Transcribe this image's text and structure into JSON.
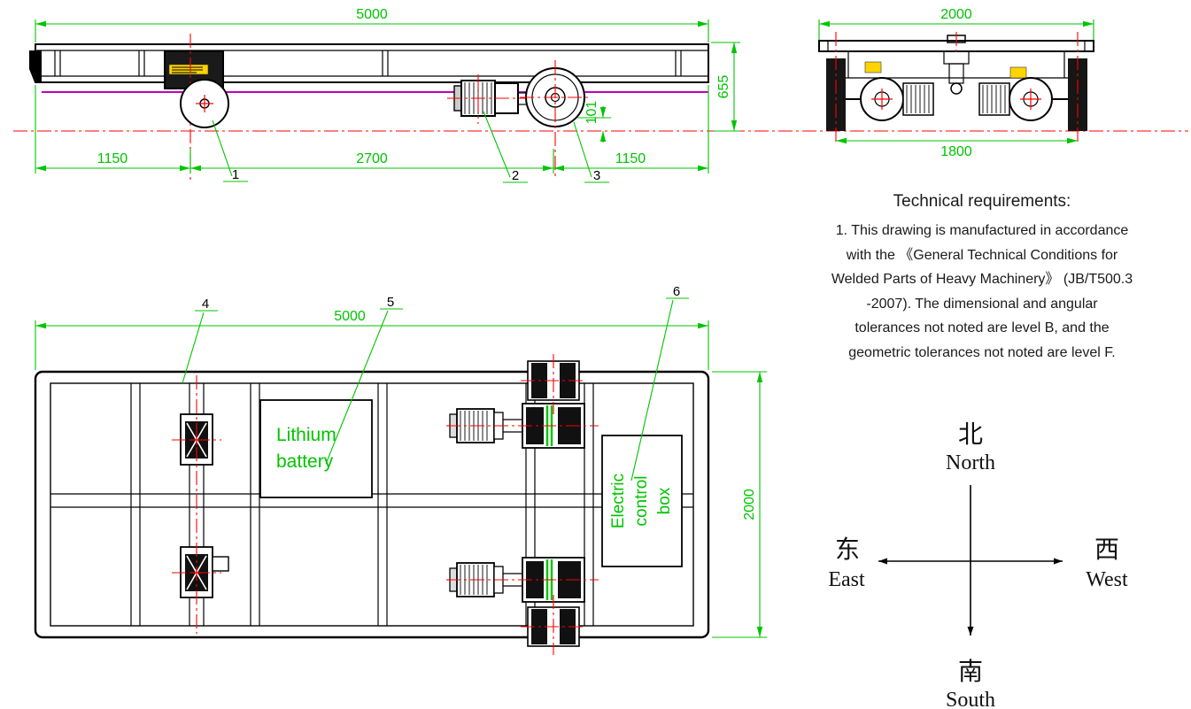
{
  "colors": {
    "dimension_green": "#00c400",
    "centerline_red": "#ff0000",
    "drawing_black": "#000000",
    "accent_purple": "#c000c0",
    "label_yellow": "#ffd400"
  },
  "side_view": {
    "dim_overall_length": "5000",
    "dim_left_wheelbase": "1150",
    "dim_center_wheelbase": "2700",
    "dim_right_wheelbase": "1150",
    "dim_height": "655",
    "dim_wheel_rail": "101",
    "callout_1": "1",
    "callout_2": "2",
    "callout_3": "3"
  },
  "end_view": {
    "dim_overall_width": "2000",
    "dim_wheel_gauge": "1800"
  },
  "plan_view": {
    "dim_length": "5000",
    "dim_width": "2000",
    "callout_4": "4",
    "callout_5": "5",
    "callout_6": "6",
    "battery_label": "Lithium battery",
    "control_box_label": "Electric control box"
  },
  "technical_requirements": {
    "title": "Technical requirements:",
    "lines": [
      "1. This drawing is manufactured in accordance",
      "with the 《General Technical Conditions for",
      "Welded Parts of Heavy Machinery》 (JB/T500.3",
      "-2007). The dimensional and angular",
      "tolerances not noted are level B, and the",
      "geometric tolerances not noted are level F."
    ]
  },
  "compass": {
    "north_cn": "北",
    "north_en": "North",
    "south_cn": "南",
    "south_en": "South",
    "east_cn": "东",
    "east_en": "East",
    "west_cn": "西",
    "west_en": "West"
  }
}
